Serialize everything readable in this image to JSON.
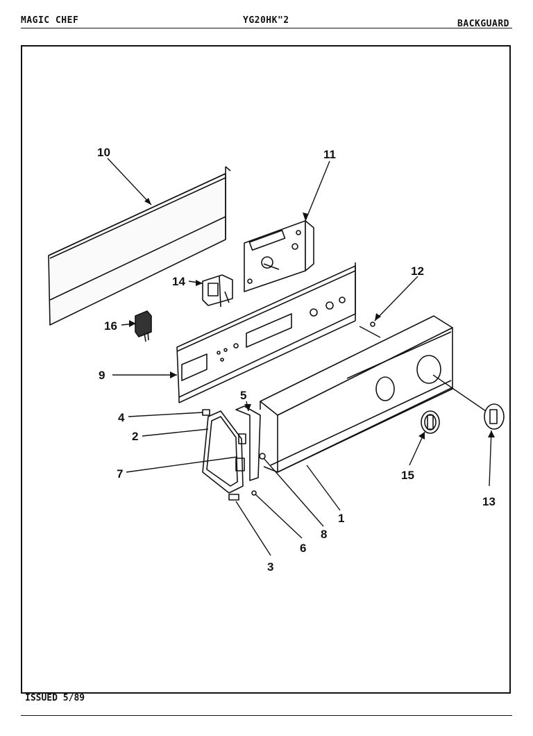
{
  "header": {
    "brand": "MAGIC CHEF",
    "model": "YG20HK\"2",
    "section": "BACKGUARD"
  },
  "footer": {
    "issued": "ISSUED 5/89"
  },
  "callouts": [
    {
      "id": "1",
      "label": "1"
    },
    {
      "id": "2",
      "label": "2"
    },
    {
      "id": "3",
      "label": "3"
    },
    {
      "id": "4",
      "label": "4"
    },
    {
      "id": "5",
      "label": "5"
    },
    {
      "id": "6",
      "label": "6"
    },
    {
      "id": "7",
      "label": "7"
    },
    {
      "id": "8",
      "label": "8"
    },
    {
      "id": "9",
      "label": "9"
    },
    {
      "id": "10",
      "label": "10"
    },
    {
      "id": "11",
      "label": "11"
    },
    {
      "id": "12",
      "label": "12"
    },
    {
      "id": "13",
      "label": "13"
    },
    {
      "id": "14",
      "label": "14"
    },
    {
      "id": "15",
      "label": "15"
    },
    {
      "id": "16",
      "label": "16"
    }
  ]
}
